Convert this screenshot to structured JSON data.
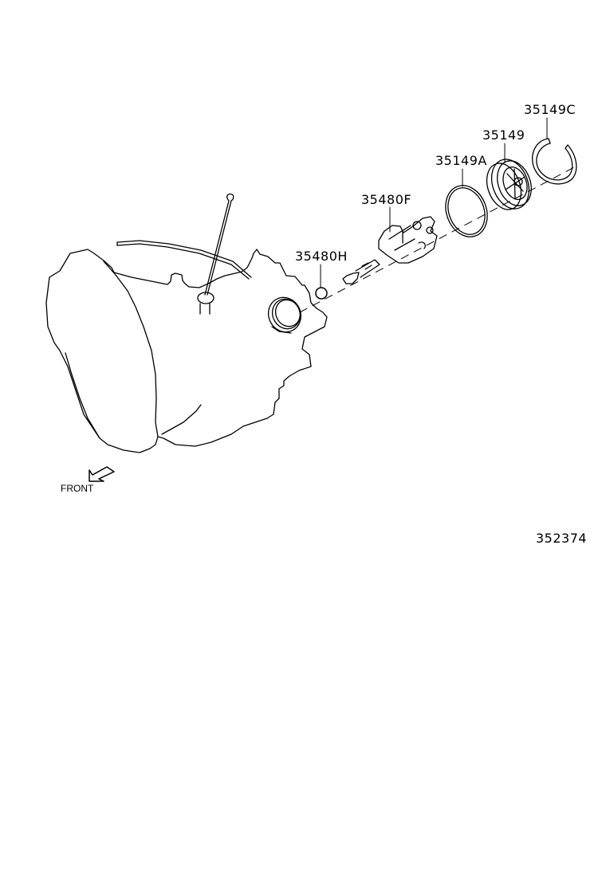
{
  "diagram": {
    "type": "exploded parts diagram",
    "subject": "transmission speedometer driven gear assembly",
    "colors": {
      "line": "#000000",
      "background": "#ffffff"
    },
    "parts": [
      {
        "id": "35149C",
        "label": "35149C",
        "description": "snap ring"
      },
      {
        "id": "35149",
        "label": "35149",
        "description": "driven gear / sleeve"
      },
      {
        "id": "35149A",
        "label": "35149A",
        "description": "O-ring"
      },
      {
        "id": "35480F",
        "label": "35480F",
        "description": "speedometer drive shaft housing"
      },
      {
        "id": "35480H",
        "label": "35480H",
        "description": "O-ring / seal"
      }
    ],
    "orientation": {
      "label": "FRONT",
      "icon": "front-arrow-icon"
    },
    "illustration_number": "352374"
  }
}
